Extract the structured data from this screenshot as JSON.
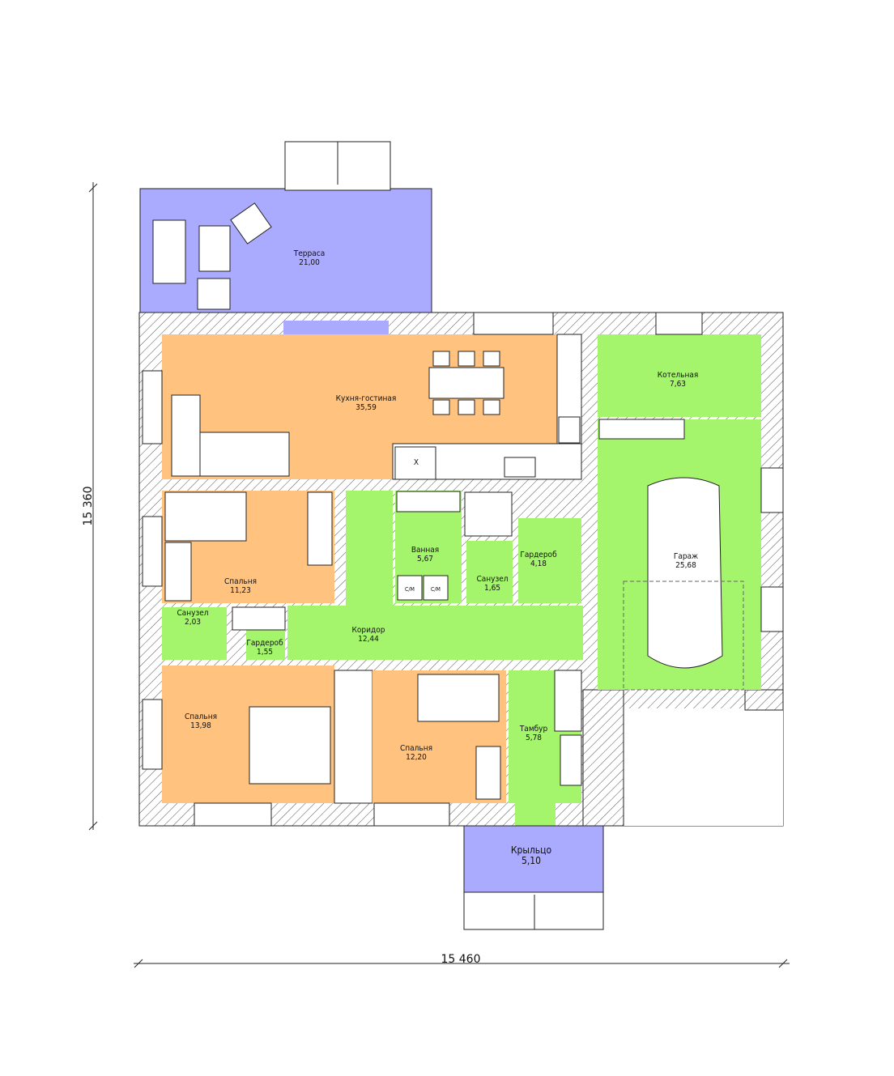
{
  "colors": {
    "living": "#FFC27F",
    "service": "#A4F56C",
    "outdoor": "#AAAAFF"
  },
  "dimensions": {
    "width": "15 460",
    "height": "15 360"
  },
  "rooms": {
    "terrace": {
      "name": "Терраса",
      "area": "21,00"
    },
    "kitchen": {
      "name": "Кухня-гостиная",
      "area": "35,59"
    },
    "boiler": {
      "name": "Котельная",
      "area": "7,63"
    },
    "garage": {
      "name": "Гараж",
      "area": "25,68"
    },
    "bedroom1": {
      "name": "Спальня",
      "area": "11,23"
    },
    "bath": {
      "name": "Ванная",
      "area": "5,67"
    },
    "wc1": {
      "name": "Санузел",
      "area": "1,65"
    },
    "wardrobe1": {
      "name": "Гардероб",
      "area": "4,18"
    },
    "wc2": {
      "name": "Санузел",
      "area": "2,03"
    },
    "wardrobe2": {
      "name": "Гардероб",
      "area": "1,55"
    },
    "corridor": {
      "name": "Коридор",
      "area": "12,44"
    },
    "bedroom2": {
      "name": "Спальня",
      "area": "13,98"
    },
    "bedroom3": {
      "name": "Спальня",
      "area": "12,20"
    },
    "vestibule": {
      "name": "Тамбур",
      "area": "5,78"
    },
    "porch": {
      "name": "Крыльцо",
      "area": "5,10"
    }
  },
  "fixtures": {
    "washer": "С/М",
    "stove": "Х"
  }
}
